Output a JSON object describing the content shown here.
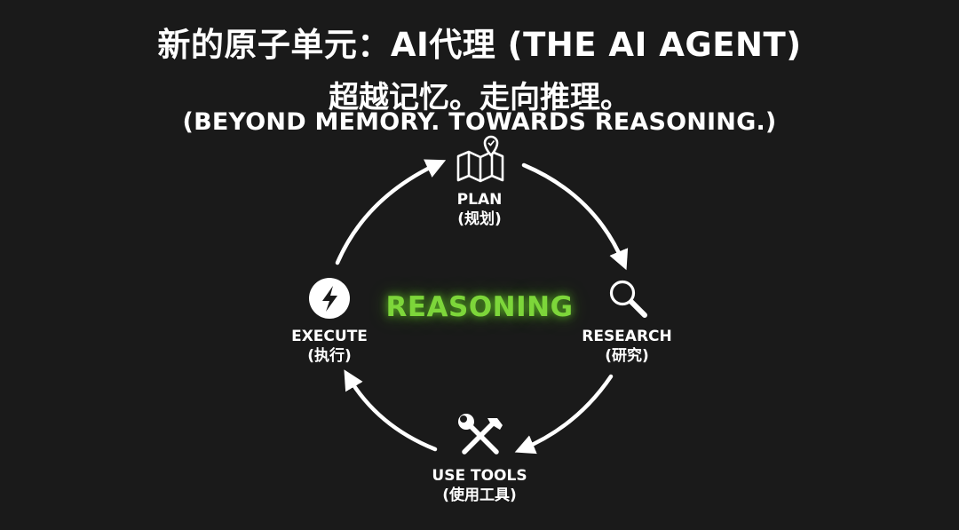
{
  "title": {
    "main": "新的原子单元：AI代理 (THE AI AGENT)",
    "sub": "超越记忆。走向推理。",
    "sub_en": "(BEYOND MEMORY. TOWARDS REASONING.)"
  },
  "center": {
    "label": "REASONING",
    "color": "#7dd63a"
  },
  "nodes": {
    "plan": {
      "label": "PLAN",
      "sub": "(规划)",
      "icon": "map-pin-icon"
    },
    "research": {
      "label": "RESEARCH",
      "sub": "(研究)",
      "icon": "magnifier-icon"
    },
    "use_tools": {
      "label": "USE TOOLS",
      "sub": "(使用工具)",
      "icon": "tools-icon"
    },
    "execute": {
      "label": "EXECUTE",
      "sub": "(执行)",
      "icon": "lightning-icon"
    }
  },
  "colors": {
    "background": "#1a1a1a",
    "text": "#ffffff",
    "accent": "#7dd63a"
  }
}
